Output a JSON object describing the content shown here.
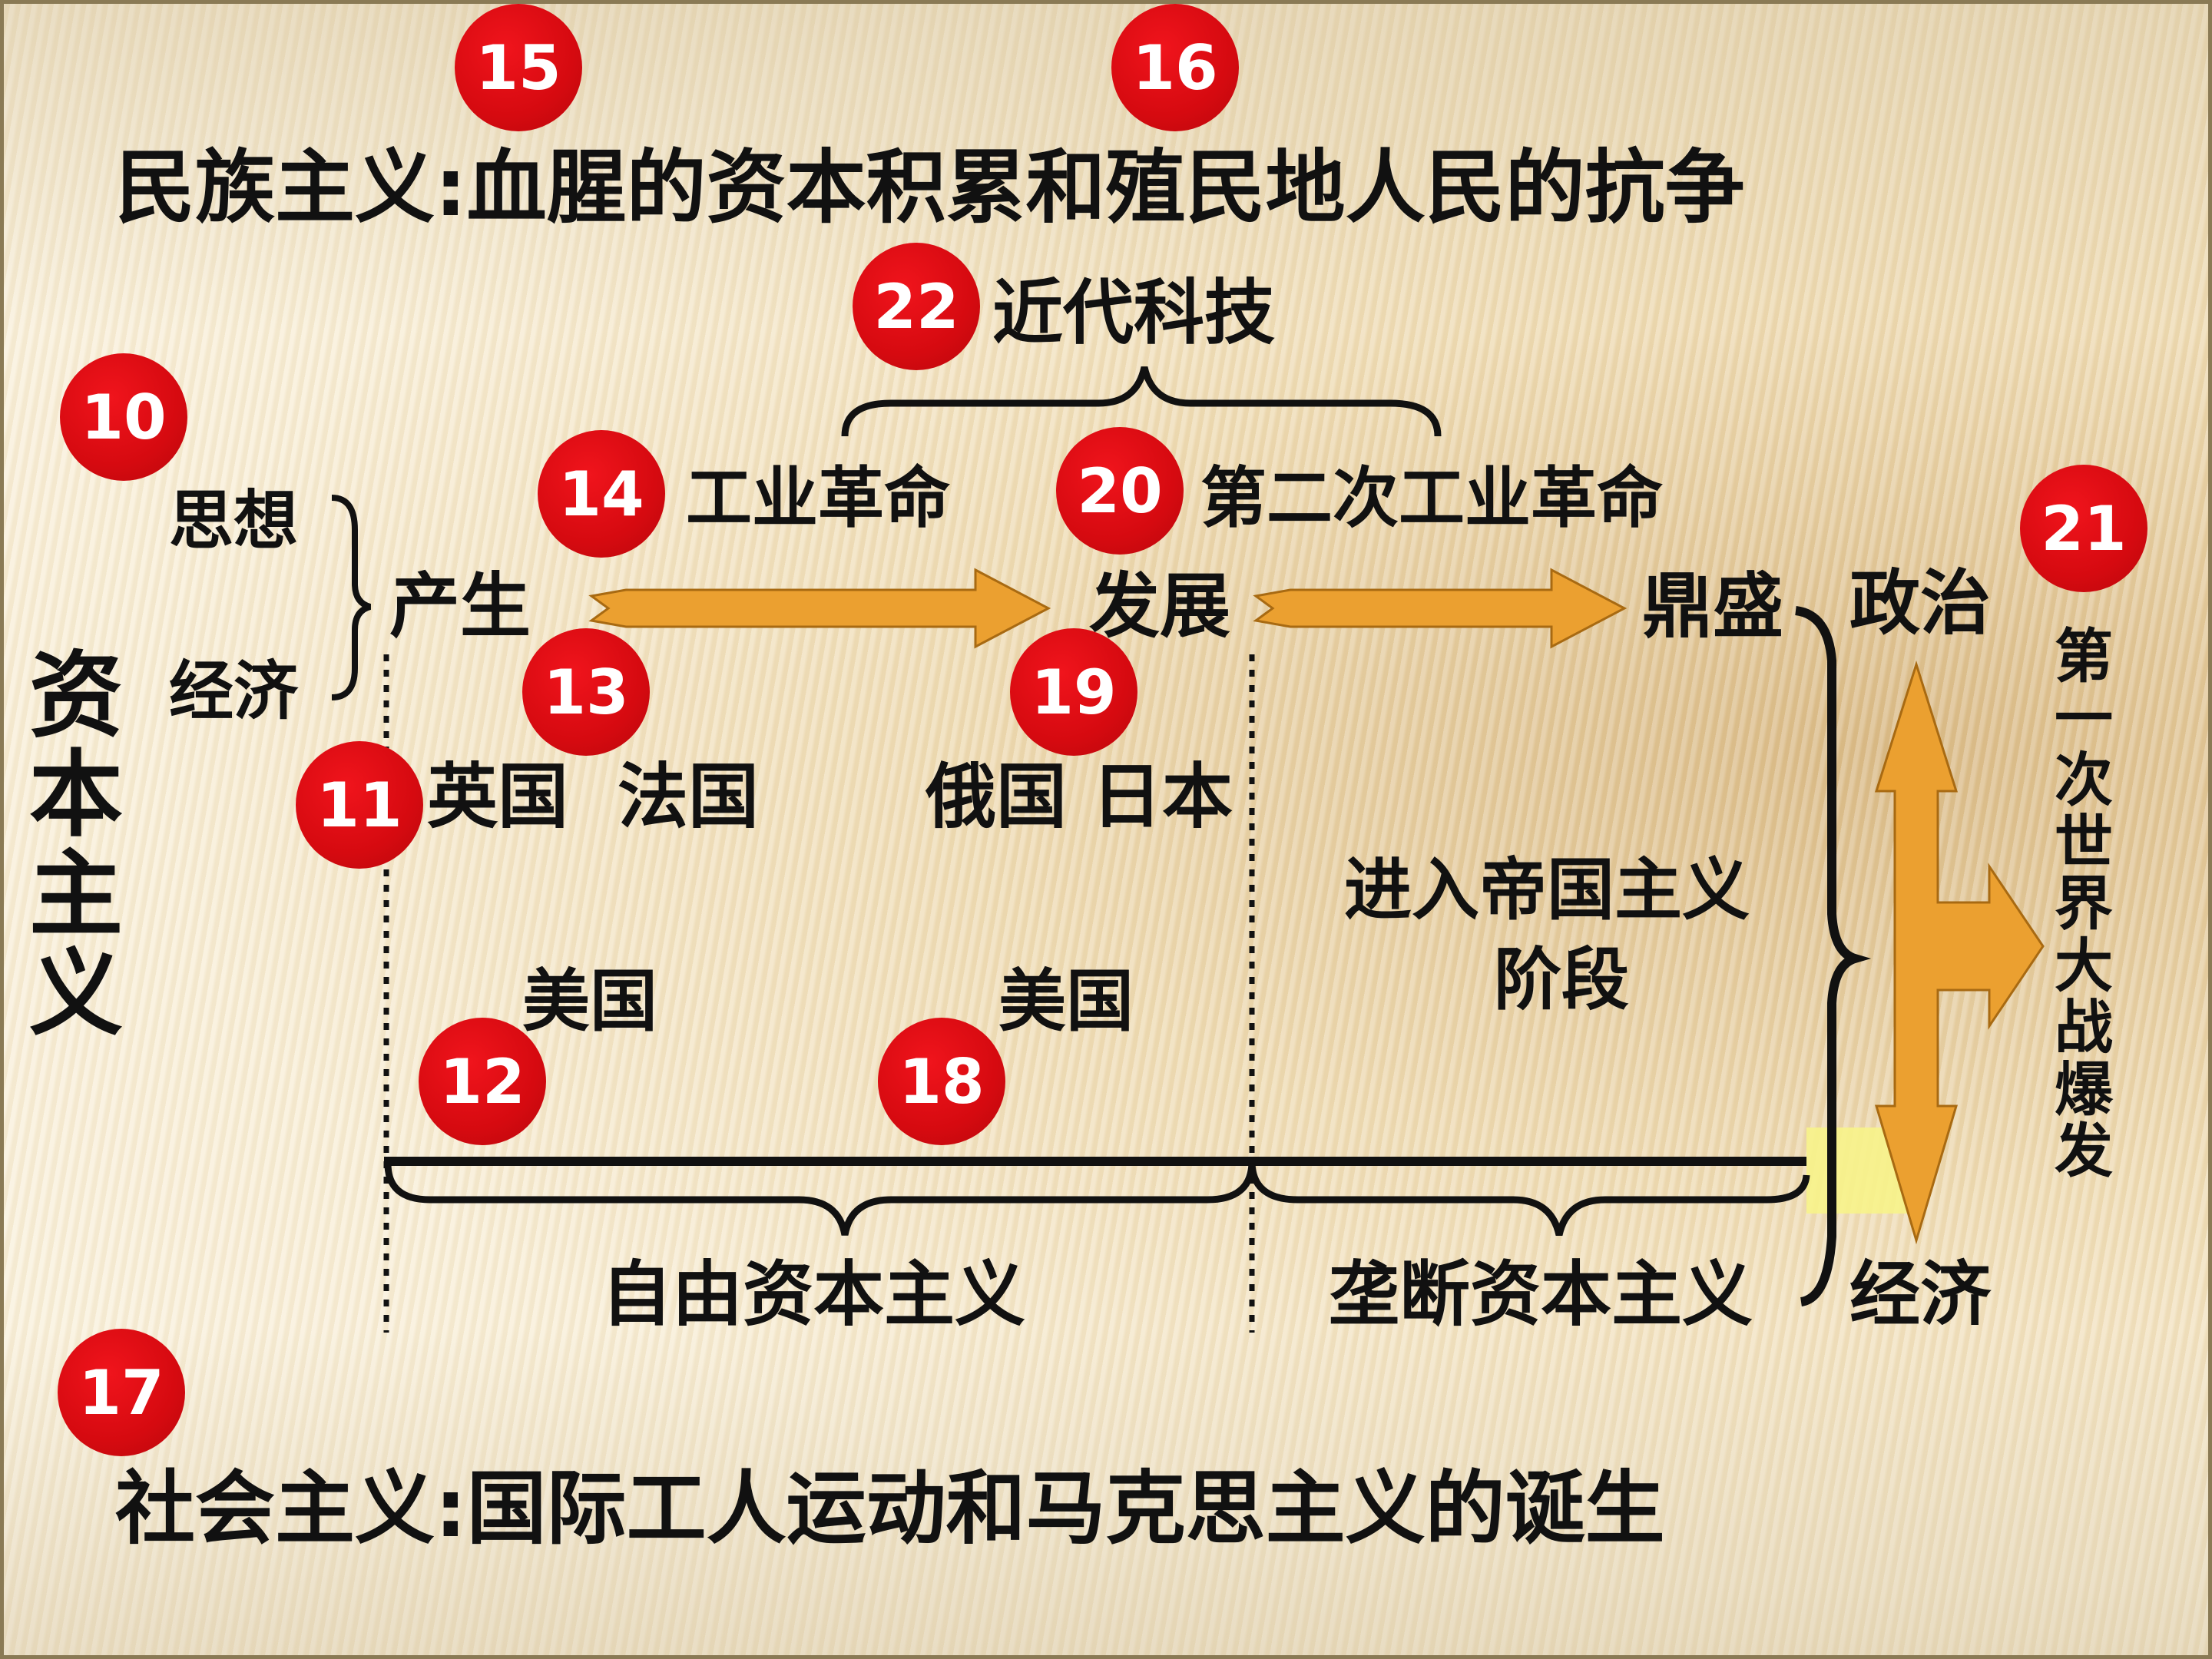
{
  "badges": {
    "b10": "10",
    "b11": "11",
    "b12": "12",
    "b13": "13",
    "b14": "14",
    "b15": "15",
    "b16": "16",
    "b17": "17",
    "b18": "18",
    "b19": "19",
    "b20": "20",
    "b21": "21",
    "b22": "22"
  },
  "nationalism_line": "民族主义:血腥的资本积累和殖民地人民的抗争",
  "socialism_line": "社会主义:国际工人运动和马克思主义的诞生",
  "capitalism_vertical": [
    "资",
    "本",
    "主",
    "义"
  ],
  "sources": {
    "thought": "思想",
    "economy": "经济"
  },
  "stages": {
    "origin": "产生",
    "development": "发展",
    "peak": "鼎盛"
  },
  "revolutions": {
    "first": "工业革命",
    "second": "第二次工业革命",
    "modern_tech": "近代科技"
  },
  "countries": {
    "stage1": "英国  法国",
    "stage1_us": "美国",
    "stage2": "俄国 日本",
    "stage2_us": "美国"
  },
  "imperialism_note": [
    "进入帝国主义",
    "阶段"
  ],
  "periods": {
    "free": "自由资本主义",
    "monopoly": "垄断资本主义"
  },
  "outcomes": {
    "politics": "政治",
    "economy": "经济"
  },
  "ww1_vertical": [
    "第",
    "一",
    "次",
    "世",
    "界",
    "大",
    "战",
    "爆",
    "发"
  ],
  "colors": {
    "badge_red": "#d60a10",
    "arrow_orange": "#eba030",
    "arrow_outline": "#a86a12",
    "highlight_yellow": "#f7f38a"
  }
}
